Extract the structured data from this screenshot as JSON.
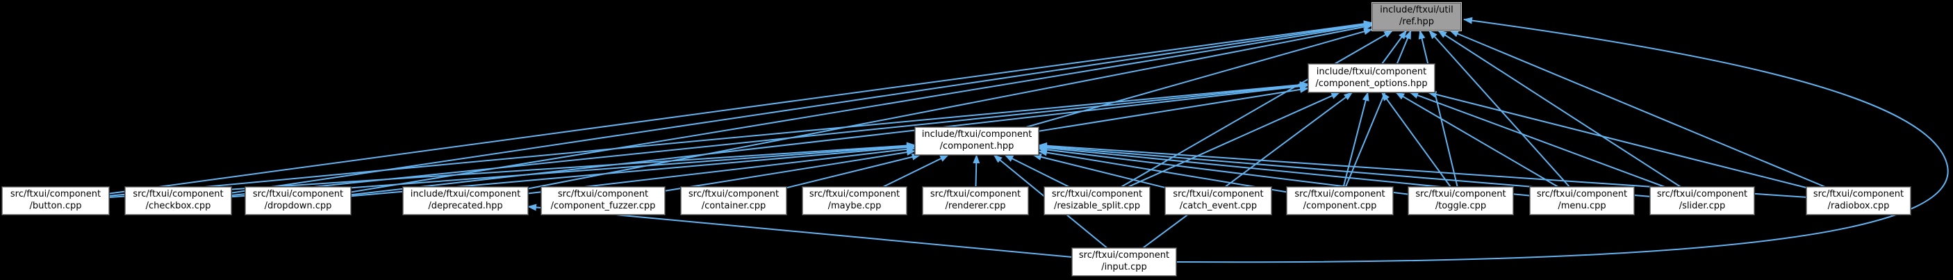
{
  "colors": {
    "background": "#000000",
    "edge": "#63b3f0",
    "node_fill": "#ffffff",
    "node_border": "#8f8f8f",
    "highlight_fill": "#9e9e9e",
    "text": "#000000"
  },
  "nodes": [
    {
      "id": "ref_hpp",
      "kind": "highlighted",
      "line1": "include/ftxui/util",
      "line2": "/ref.hpp"
    },
    {
      "id": "component_options_hpp",
      "kind": "header",
      "line1": "include/ftxui/component",
      "line2": "/component_options.hpp"
    },
    {
      "id": "component_hpp",
      "kind": "header",
      "line1": "include/ftxui/component",
      "line2": "/component.hpp"
    },
    {
      "id": "button_cpp",
      "kind": "source",
      "line1": "src/ftxui/component",
      "line2": "/button.cpp"
    },
    {
      "id": "checkbox_cpp",
      "kind": "source",
      "line1": "src/ftxui/component",
      "line2": "/checkbox.cpp"
    },
    {
      "id": "dropdown_cpp",
      "kind": "source",
      "line1": "src/ftxui/component",
      "line2": "/dropdown.cpp"
    },
    {
      "id": "deprecated_hpp",
      "kind": "header",
      "line1": "include/ftxui/component",
      "line2": "/deprecated.hpp"
    },
    {
      "id": "component_fuzzer_cpp",
      "kind": "source",
      "line1": "src/ftxui/component",
      "line2": "/component_fuzzer.cpp"
    },
    {
      "id": "container_cpp",
      "kind": "source",
      "line1": "src/ftxui/component",
      "line2": "/container.cpp"
    },
    {
      "id": "maybe_cpp",
      "kind": "source",
      "line1": "src/ftxui/component",
      "line2": "/maybe.cpp"
    },
    {
      "id": "renderer_cpp",
      "kind": "source",
      "line1": "src/ftxui/component",
      "line2": "/renderer.cpp"
    },
    {
      "id": "resizable_split_cpp",
      "kind": "source",
      "line1": "src/ftxui/component",
      "line2": "/resizable_split.cpp"
    },
    {
      "id": "catch_event_cpp",
      "kind": "source",
      "line1": "src/ftxui/component",
      "line2": "/catch_event.cpp"
    },
    {
      "id": "component_cpp",
      "kind": "source",
      "line1": "src/ftxui/component",
      "line2": "/component.cpp"
    },
    {
      "id": "toggle_cpp",
      "kind": "source",
      "line1": "src/ftxui/component",
      "line2": "/toggle.cpp"
    },
    {
      "id": "menu_cpp",
      "kind": "source",
      "line1": "src/ftxui/component",
      "line2": "/menu.cpp"
    },
    {
      "id": "slider_cpp",
      "kind": "source",
      "line1": "src/ftxui/component",
      "line2": "/slider.cpp"
    },
    {
      "id": "radiobox_cpp",
      "kind": "source",
      "line1": "src/ftxui/component",
      "line2": "/radiobox.cpp"
    },
    {
      "id": "input_cpp",
      "kind": "source",
      "line1": "src/ftxui/component",
      "line2": "/input.cpp"
    }
  ],
  "edges": [
    {
      "from": "component_options_hpp",
      "to": "ref_hpp"
    },
    {
      "from": "component_hpp",
      "to": "ref_hpp"
    },
    {
      "from": "deprecated_hpp",
      "to": "ref_hpp"
    },
    {
      "from": "button_cpp",
      "to": "ref_hpp"
    },
    {
      "from": "checkbox_cpp",
      "to": "ref_hpp"
    },
    {
      "from": "dropdown_cpp",
      "to": "ref_hpp"
    },
    {
      "from": "component_cpp",
      "to": "ref_hpp"
    },
    {
      "from": "toggle_cpp",
      "to": "ref_hpp"
    },
    {
      "from": "menu_cpp",
      "to": "ref_hpp"
    },
    {
      "from": "slider_cpp",
      "to": "ref_hpp"
    },
    {
      "from": "radiobox_cpp",
      "to": "ref_hpp"
    },
    {
      "from": "resizable_split_cpp",
      "to": "ref_hpp"
    },
    {
      "from": "input_cpp",
      "to": "ref_hpp",
      "curve": "right_arc"
    },
    {
      "from": "component_hpp",
      "to": "component_options_hpp"
    },
    {
      "from": "button_cpp",
      "to": "component_options_hpp"
    },
    {
      "from": "checkbox_cpp",
      "to": "component_options_hpp"
    },
    {
      "from": "dropdown_cpp",
      "to": "component_options_hpp"
    },
    {
      "from": "input_cpp",
      "to": "component_options_hpp"
    },
    {
      "from": "menu_cpp",
      "to": "component_options_hpp"
    },
    {
      "from": "radiobox_cpp",
      "to": "component_options_hpp"
    },
    {
      "from": "resizable_split_cpp",
      "to": "component_options_hpp"
    },
    {
      "from": "slider_cpp",
      "to": "component_options_hpp"
    },
    {
      "from": "toggle_cpp",
      "to": "component_options_hpp"
    },
    {
      "from": "component_cpp",
      "to": "component_options_hpp"
    },
    {
      "from": "button_cpp",
      "to": "component_hpp"
    },
    {
      "from": "checkbox_cpp",
      "to": "component_hpp"
    },
    {
      "from": "dropdown_cpp",
      "to": "component_hpp"
    },
    {
      "from": "deprecated_hpp",
      "to": "component_hpp"
    },
    {
      "from": "component_fuzzer_cpp",
      "to": "component_hpp"
    },
    {
      "from": "container_cpp",
      "to": "component_hpp"
    },
    {
      "from": "maybe_cpp",
      "to": "component_hpp"
    },
    {
      "from": "renderer_cpp",
      "to": "component_hpp"
    },
    {
      "from": "resizable_split_cpp",
      "to": "component_hpp"
    },
    {
      "from": "catch_event_cpp",
      "to": "component_hpp"
    },
    {
      "from": "component_cpp",
      "to": "component_hpp"
    },
    {
      "from": "toggle_cpp",
      "to": "component_hpp"
    },
    {
      "from": "menu_cpp",
      "to": "component_hpp"
    },
    {
      "from": "slider_cpp",
      "to": "component_hpp"
    },
    {
      "from": "radiobox_cpp",
      "to": "component_hpp"
    },
    {
      "from": "input_cpp",
      "to": "component_hpp"
    },
    {
      "from": "input_cpp",
      "to": "deprecated_hpp"
    }
  ]
}
